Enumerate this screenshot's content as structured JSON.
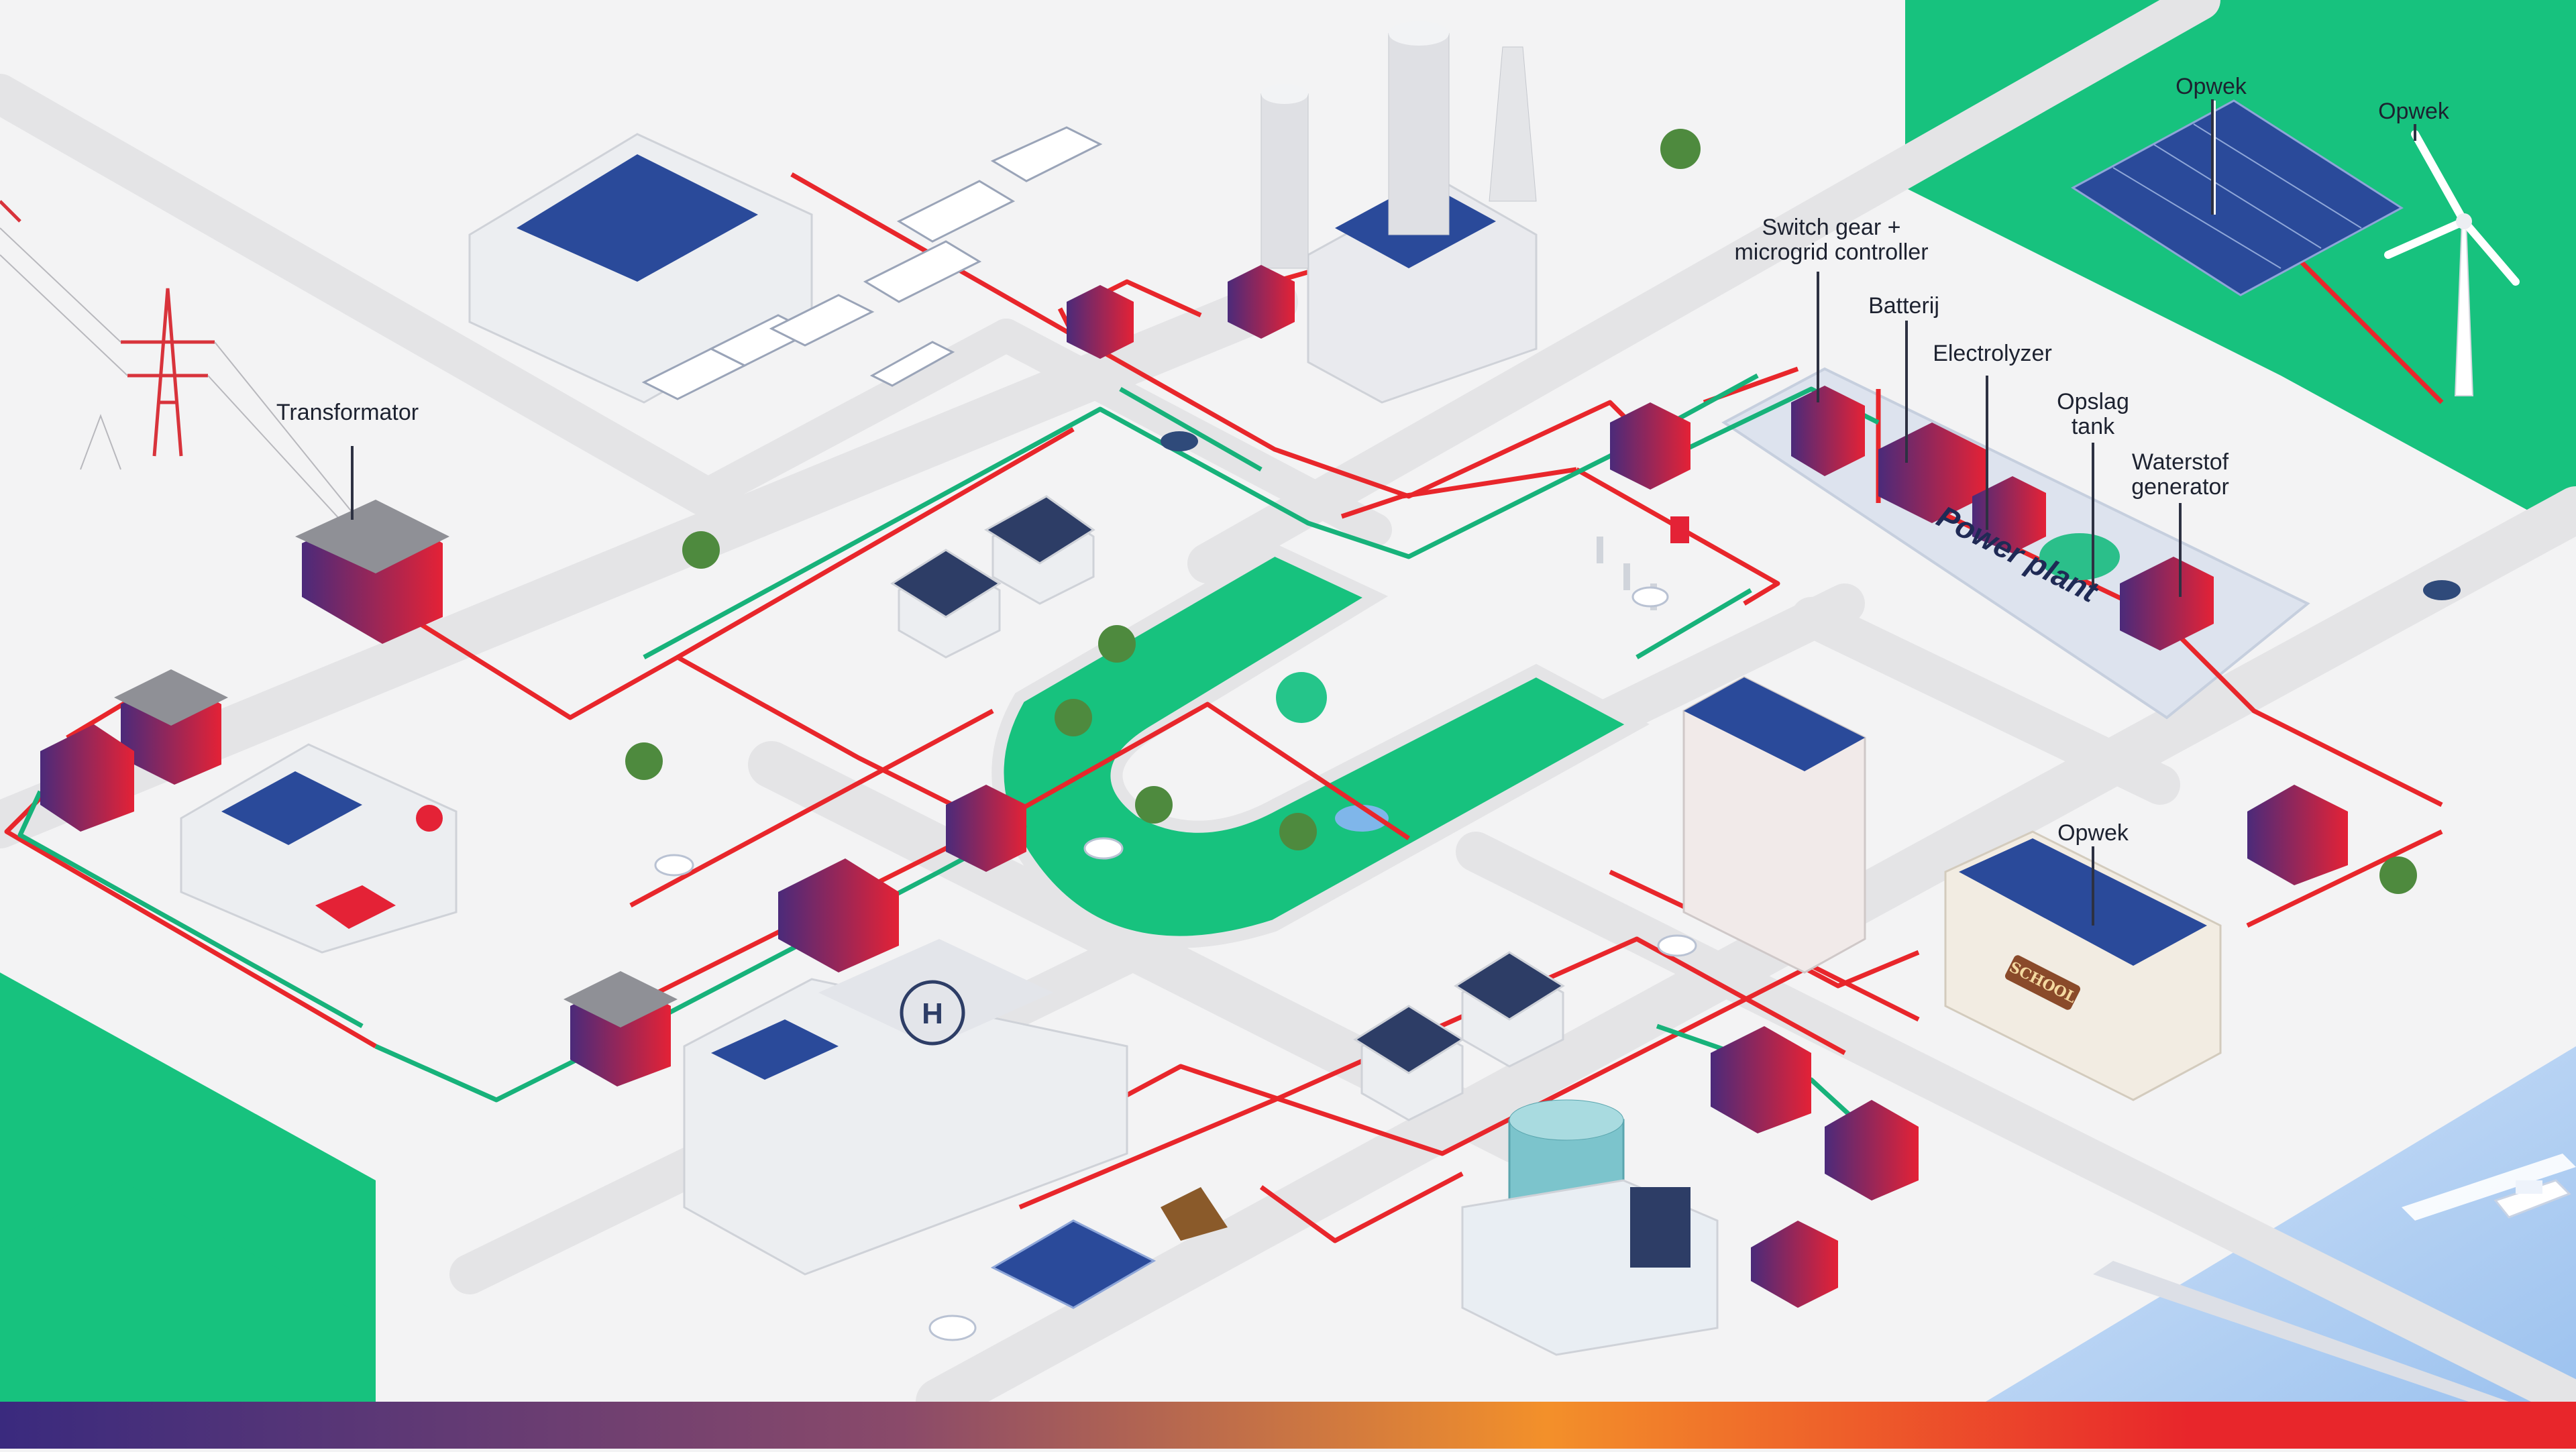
{
  "labels": {
    "transformator": "Transformator",
    "switch_gear_1": "Switch gear +",
    "switch_gear_2": "microgrid controller",
    "batterij": "Batterij",
    "electrolyzer": "Electrolyzer",
    "opslag_1": "Opslag",
    "opslag_2": "tank",
    "waterstof_1": "Waterstof",
    "waterstof_2": "generator",
    "opwek_solar": "Opwek",
    "opwek_wind": "Opwek",
    "opwek_school": "Opwek",
    "power_plant": "Power plant",
    "school_sign": "SCHOOL",
    "hospital_helipad": "H"
  },
  "colors": {
    "background": "#f3f3f4",
    "road": "#e4e4e6",
    "grass": "#17c27e",
    "power_line": "#e8262b",
    "data_line": "#17b27a",
    "cabinet_purple": "#4b2a7a",
    "cabinet_red": "#e42236",
    "solar_blue": "#2a4a9a",
    "water": "#b9d3f2"
  },
  "icons": {
    "transmission_tower": "pylon-icon",
    "wind_turbine": "wind-turbine-icon",
    "tree": "tree-icon",
    "car": "car-icon",
    "truck": "truck-icon",
    "fire_truck": "fire-truck-icon",
    "boat": "boat-icon"
  }
}
